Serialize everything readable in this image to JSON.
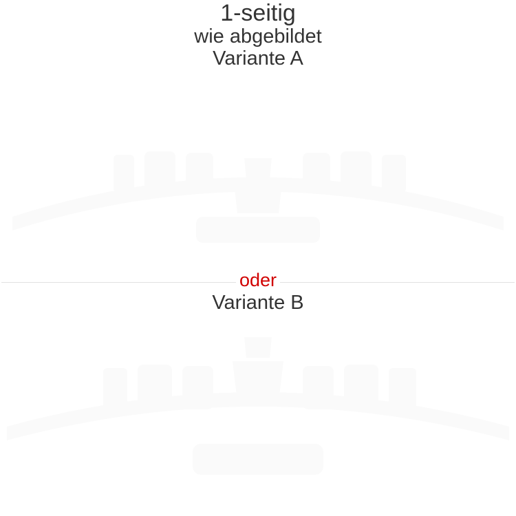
{
  "heading": {
    "title": "1-seitig",
    "subtitle": "wie abgebildet",
    "variant_a": "Variante A"
  },
  "separator": {
    "label": "oder",
    "label_color": "#d10000"
  },
  "variant_b": "Variante B",
  "colors": {
    "text": "#333333",
    "divider": "#e2e2e2",
    "watermark": "#fafafa"
  }
}
